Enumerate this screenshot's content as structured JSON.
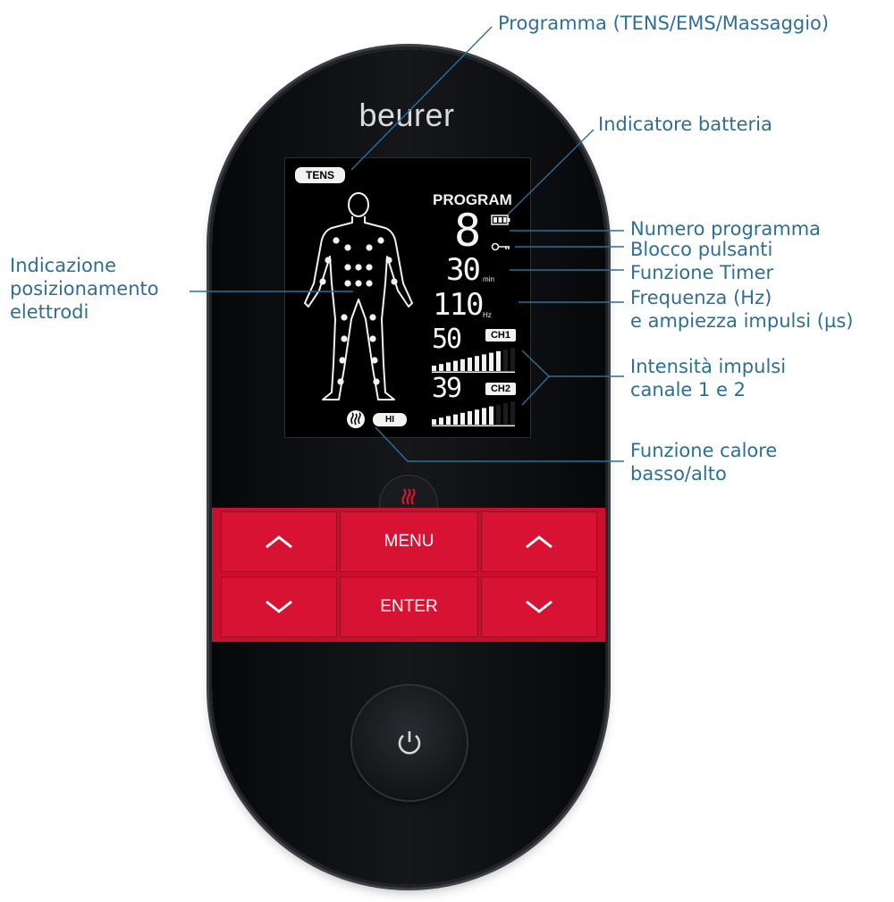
{
  "device": {
    "brand": "beurer",
    "accent_color": "#c8102e"
  },
  "screen": {
    "mode_tag": "TENS",
    "program_label": "PROGRAM",
    "program_number": "8",
    "timer_value": "30",
    "timer_unit": "min",
    "frequency_value": "110",
    "frequency_unit": "Hz",
    "ch1_value": "50",
    "ch1_label": "CH1",
    "ch1_level": 0.85,
    "ch2_value": "39",
    "ch2_label": "CH2",
    "ch2_level": 0.75,
    "heat_tag": "HI"
  },
  "keypad": {
    "menu_label": "MENU",
    "enter_label": "ENTER"
  },
  "callouts": {
    "program_type": "Programma (TENS/EMS/Massaggio)",
    "battery": "Indicatore batteria",
    "program_number": "Numero programma",
    "key_lock": "Blocco pulsanti",
    "timer": "Funzione Timer",
    "frequency": "Frequenza (Hz)\ne ampiezza impulsi (µs)",
    "intensity": "Intensità impulsi\ncanale 1 e 2",
    "heat": "Funzione calore\nbasso/alto",
    "electrodes": "Indicazione\nposizionamento\nelettrodi"
  }
}
